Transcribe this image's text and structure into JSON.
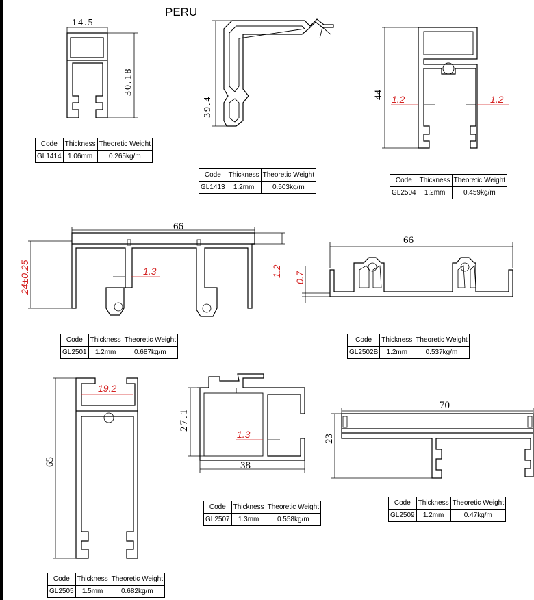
{
  "page_title": "PERU",
  "headers": {
    "code": "Code",
    "thickness": "Thickness",
    "weight": "Theoretic Weight"
  },
  "profiles": [
    {
      "code": "GL1414",
      "thickness": "1.06mm",
      "weight": "0.265kg/m",
      "dims": [
        "14.5",
        "30.18"
      ]
    },
    {
      "code": "GL1413",
      "thickness": "1.2mm",
      "weight": "0.503kg/m",
      "dims": [
        "39.4"
      ]
    },
    {
      "code": "GL2504",
      "thickness": "1.2mm",
      "weight": "0.459kg/m",
      "dims": [
        "44",
        "1.2",
        "1.2"
      ]
    },
    {
      "code": "GL2501",
      "thickness": "1.2mm",
      "weight": "0.687kg/m",
      "dims": [
        "66",
        "24±0.25",
        "1.3",
        "1.2"
      ]
    },
    {
      "code": "GL2502B",
      "thickness": "1.2mm",
      "weight": "0.537kg/m",
      "dims": [
        "66",
        "0.7"
      ]
    },
    {
      "code": "GL2505",
      "thickness": "1.5mm",
      "weight": "0.682kg/m",
      "dims": [
        "65",
        "19.2"
      ]
    },
    {
      "code": "GL2507",
      "thickness": "1.3mm",
      "weight": "0.558kg/m",
      "dims": [
        "27.1",
        "1.3",
        "38"
      ]
    },
    {
      "code": "GL2509",
      "thickness": "1.2mm",
      "weight": "0.47kg/m",
      "dims": [
        "70",
        "23"
      ]
    }
  ],
  "colors": {
    "line": "#000000",
    "dimension_red": "#d42020"
  }
}
